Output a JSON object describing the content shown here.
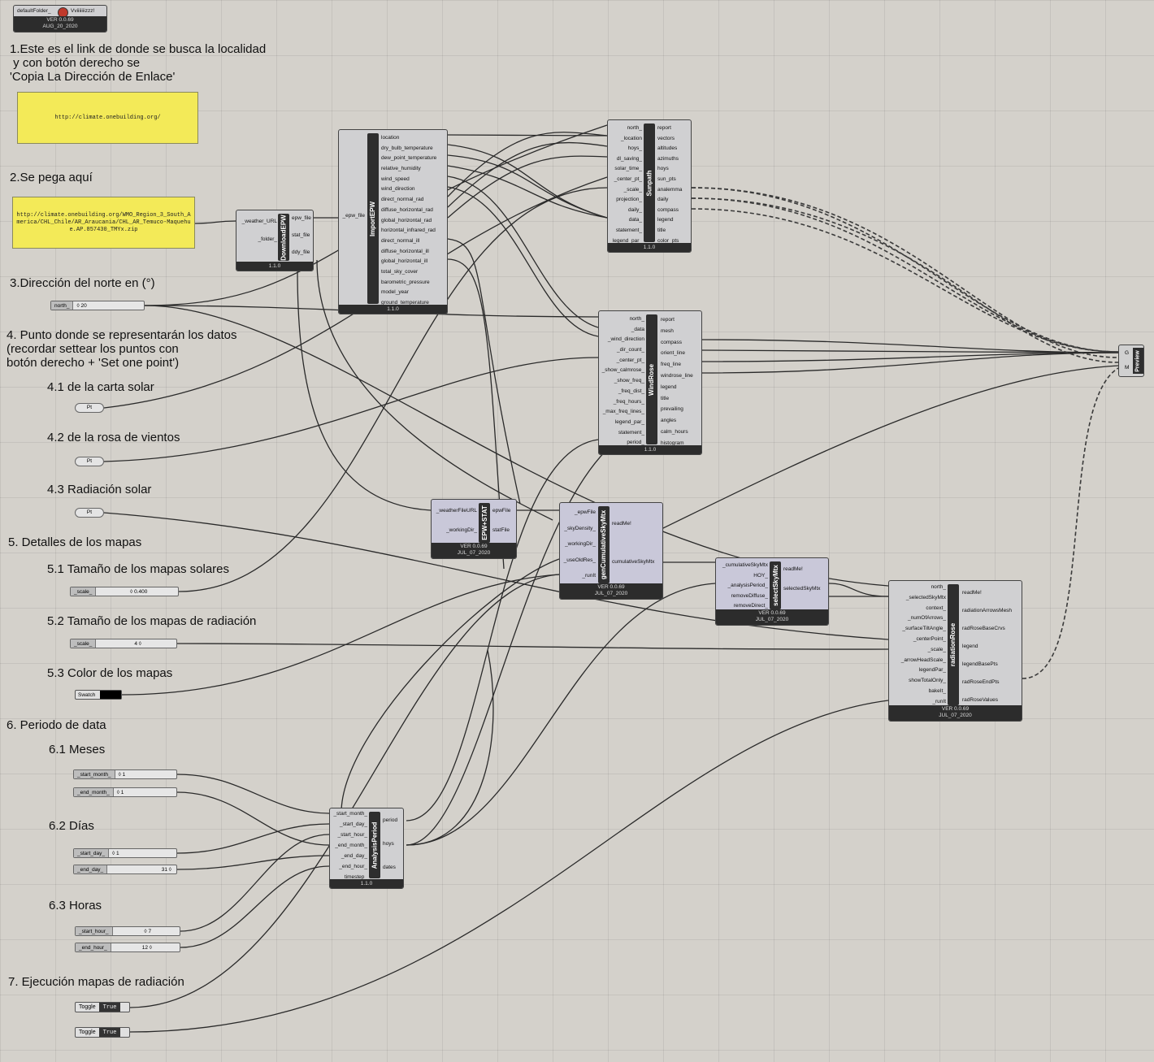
{
  "notes": {
    "n1": "1.Este es el link de donde se busca la localidad\n y con botón derecho se\n'Copia La Dirección de Enlace'",
    "n2": "2.Se pega aquí",
    "n3": "3.Dirección del norte en (°)",
    "n4": "4. Punto donde se representarán los datos\n(recordar settear los puntos con\nbotón derecho + 'Set one point')",
    "n41": "4.1 de la carta solar",
    "n42": "4.2 de la rosa de vientos",
    "n43": "4.3 Radiación solar",
    "n5": "5. Detalles de los mapas",
    "n51": "5.1 Tamaño de los mapas solares",
    "n52": "5.2 Tamaño de los mapas de radiación",
    "n53": "5.3 Color de los mapas",
    "n6": "6. Periodo de data",
    "n61": "6.1 Meses",
    "n62": "6.2 Días",
    "n63": "6.3 Horas",
    "n7": "7. Ejecución mapas de radiación"
  },
  "panels": {
    "url_site": "http://climate.onebuilding.org/",
    "url_file": "http://climate.onebuilding.org/WMO_Region_3_South_America/CHL_Chile/AR_Araucania/CHL_AR_Temuco-Maquehue.AP.857430_TMYx.zip"
  },
  "default_folder": {
    "left": "defaultFolder_",
    "right": "Vviiiiiiizzz!",
    "ver": "VER 0.0.69",
    "date": "AUG_20_2020"
  },
  "components": {
    "download": {
      "name": "DownloadEPW",
      "inputs": [
        "_weather_URL",
        "_folder_"
      ],
      "outputs": [
        "epw_file",
        "stat_file",
        "ddy_file"
      ],
      "ver": "1.1.0"
    },
    "import": {
      "name": "ImportEPW",
      "inputs": [
        "_epw_file"
      ],
      "outputs": [
        "location",
        "dry_bulb_temperature",
        "dew_point_temperature",
        "relative_humidity",
        "wind_speed",
        "wind_direction",
        "direct_normal_rad",
        "diffuse_horizontal_rad",
        "global_horizontal_rad",
        "horizontal_infrared_rad",
        "direct_normal_ill",
        "diffuse_horizontal_ill",
        "global_horizontal_ill",
        "total_sky_cover",
        "barometric_pressure",
        "model_year",
        "ground_temperature"
      ],
      "ver": "1.1.0"
    },
    "sunpath": {
      "name": "Sunpath",
      "inputs": [
        "north_",
        "_location",
        "hoys_",
        "dl_saving_",
        "solar_time_",
        "_center_pt_",
        "_scale_",
        "projection_",
        "daily_",
        "data_",
        "statement_",
        "legend_par_"
      ],
      "outputs": [
        "report",
        "vectors",
        "altitudes",
        "azimuths",
        "hoys",
        "sun_pts",
        "analemma",
        "daily",
        "compass",
        "legend",
        "title",
        "color_pts"
      ],
      "ver": "1.1.0"
    },
    "windrose": {
      "name": "WindRose",
      "inputs": [
        "north_",
        "_data",
        "_wind_direction",
        "_dir_count_",
        "_center_pt_",
        "_show_calmrose_",
        "_show_freq_",
        "_freq_dist_",
        "_freq_hours_",
        "_max_freq_lines_",
        "legend_par_",
        "statement_",
        "period_"
      ],
      "outputs": [
        "report",
        "mesh",
        "compass",
        "orient_line",
        "freq_line",
        "windrose_line",
        "legend",
        "title",
        "prevailing",
        "angles",
        "calm_hours",
        "histogram"
      ],
      "ver": "1.1.0"
    },
    "epwstat": {
      "name": "EPW+STAT",
      "inputs": [
        "_weatherFileURL",
        "_workingDir_"
      ],
      "outputs": [
        "epwFile",
        "statFile"
      ],
      "ver": "VER 0.0.69",
      "date": "JUL_07_2020"
    },
    "gencum": {
      "name": "genCumulativeSkyMtx",
      "inputs": [
        "_epwFile",
        "_skyDensity_",
        "_workingDir_",
        "_useOldRes_",
        "_runIt"
      ],
      "outputs": [
        "readMe!",
        "cumulativeSkyMtx"
      ],
      "ver": "VER 0.0.69",
      "date": "JUL_07_2020"
    },
    "selsky": {
      "name": "selectSkyMtx",
      "inputs": [
        "_cumulativeSkyMtx",
        "HOY_",
        "_analysisPeriod_",
        "removeDiffuse_",
        "removeDirect_"
      ],
      "outputs": [
        "readMe!",
        "selectedSkyMtx"
      ],
      "ver": "VER 0.0.69",
      "date": "JUL_07_2020"
    },
    "radrose": {
      "name": "radiationRose",
      "inputs": [
        "north_",
        "_selectedSkyMtx",
        "context_",
        "_numOfArrows_",
        "_surfaceTiltAngle_",
        "_centerPoint_",
        "_scale_",
        "_arrowHeadScale_",
        "legendPar_",
        "showTotalOnly_",
        "bakeIt_",
        "_runIt"
      ],
      "outputs": [
        "readMe!",
        "radiationArrowsMesh",
        "radRoseBaseCrvs",
        "legend",
        "legendBasePts",
        "radRoseEndPts",
        "radRoseValues"
      ],
      "ver": "VER 0.0.69",
      "date": "JUL_07_2020"
    },
    "period": {
      "name": "AnalysisPeriod",
      "inputs": [
        "_start_month_",
        "_start_day_",
        "_start_hour_",
        "_end_month_",
        "_end_day_",
        "_end_hour_",
        "_timestep_"
      ],
      "outputs": [
        "period",
        "hoys",
        "dates"
      ],
      "ver": "1.1.0"
    },
    "preview": {
      "name": "Preview",
      "inputs": [
        "G",
        "M"
      ]
    }
  },
  "params": {
    "north": {
      "label": "north_",
      "value": "◊ 20"
    },
    "pt1": "Pt",
    "pt2": "Pt",
    "pt3": "Pt",
    "scale1": {
      "label": "_scale_",
      "value": "◊ 0.400"
    },
    "scale2": {
      "label": "_scale_",
      "value": "4 ◊"
    },
    "swatch": "Swatch",
    "start_month": {
      "label": "_start_month_",
      "value": "◊ 1"
    },
    "end_month": {
      "label": "_end_month_",
      "value": "◊ 1"
    },
    "start_day": {
      "label": "_start_day_",
      "value": "◊ 1"
    },
    "end_day": {
      "label": "_end_day_",
      "value": "31 ◊"
    },
    "start_hour": {
      "label": "_start_hour_",
      "value": "◊ 7"
    },
    "end_hour": {
      "label": "_end_hour_",
      "value": "12 ◊"
    },
    "toggle1": {
      "label": "Toggle",
      "value": "True"
    },
    "toggle2": {
      "label": "Toggle",
      "value": "True"
    }
  }
}
